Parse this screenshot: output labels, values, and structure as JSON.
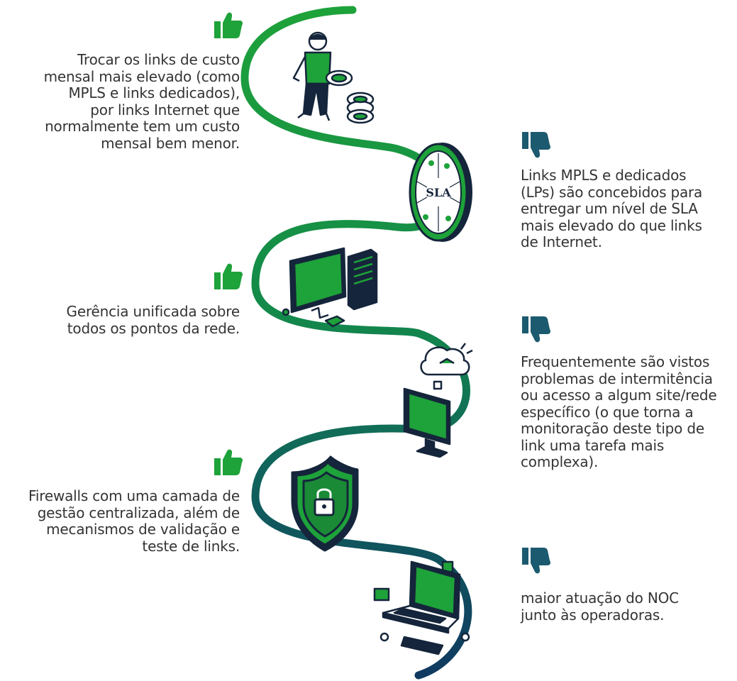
{
  "colors": {
    "pro": "#1ea23a",
    "con": "#1c5a6f",
    "curve_top": "#1ea23a",
    "curve_mid": "#137a55",
    "curve_bottom": "#103a60",
    "text": "#343434",
    "screen": "#1da031",
    "outline": "#15253b"
  },
  "icons": {
    "pro": "thumbs-up-icon",
    "con": "thumbs-down-icon"
  },
  "items": [
    {
      "type": "pro",
      "text": "Trocar os links de custo\nmensal mais elevado (como\nMPLS e links dedicados),\npor links Internet que\nnormalmente tem um custo\nmensal bem menor."
    },
    {
      "type": "con",
      "text": "Links MPLS e dedicados\n(LPs) são concebidos para\nentregar um nível de SLA\nmais elevado do que links\nde Internet."
    },
    {
      "type": "pro",
      "text": "Gerência unificada sobre\ntodos os pontos da rede."
    },
    {
      "type": "con",
      "text": "Frequentemente são vistos\nproblemas de intermitência\nou acesso a algum site/rede\nespecífico (o que torna a\nmonitoração deste tipo de\nlink uma tarefa mais\ncomplexa)."
    },
    {
      "type": "pro",
      "text": "Firewalls com uma camada de\ngestão centralizada, além de\nmecanismos de validação e\nteste de links."
    },
    {
      "type": "con",
      "text": "maior atuação do NOC\njunto às operadoras."
    }
  ],
  "badge": {
    "sla": "SLA"
  }
}
